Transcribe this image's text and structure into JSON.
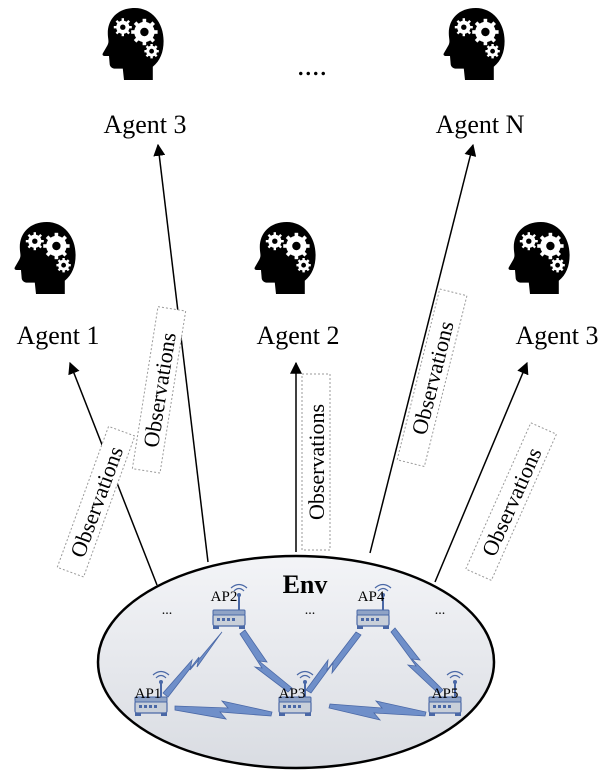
{
  "agents": [
    {
      "label": "Agent 3"
    },
    {
      "label": "Agent N"
    },
    {
      "label": "Agent 1"
    },
    {
      "label": "Agent 2"
    },
    {
      "label": "Agent 3"
    }
  ],
  "ellipsis_top": "....",
  "observation_label": "Observations",
  "environment": {
    "title": "Env",
    "ellipsis": "...",
    "access_points": [
      "AP1",
      "AP2",
      "AP3",
      "AP4",
      "AP5"
    ]
  },
  "colors": {
    "ellipse_fill": "#e6e9ee",
    "link": "#6f8fc9",
    "head": "#000000",
    "gear": "#ffffff"
  },
  "icons": {
    "agent": "head-with-gears-icon",
    "access_point": "router-icon",
    "link": "wireless-link-icon"
  }
}
